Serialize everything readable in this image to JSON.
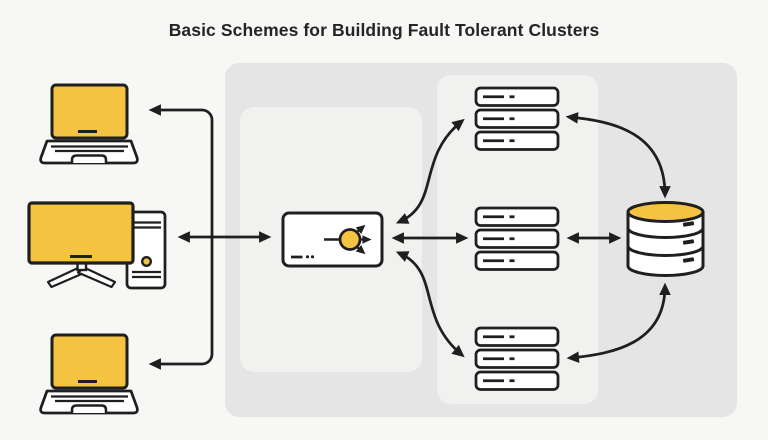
{
  "header": {
    "title": "Basic Schemes for Building Fault Tolerant Clusters"
  },
  "colors": {
    "accent": "#F5C342",
    "ink": "#1F1F1F",
    "page_bg": "#F7F7F6",
    "panel_outer": "#E6E5E5",
    "panel_inner": "#F1F1F0",
    "node_fill": "#FFFFFF",
    "title_color": "#252525"
  },
  "diagram": {
    "nodes": {
      "clients": [
        {
          "id": "client-laptop-top",
          "type": "laptop"
        },
        {
          "id": "client-desktop",
          "type": "desktop-computer"
        },
        {
          "id": "client-laptop-bottom",
          "type": "laptop"
        }
      ],
      "load_balancer": {
        "id": "load-balancer",
        "type": "load-balancer"
      },
      "server_stacks": [
        {
          "id": "server-stack-top",
          "servers": 3
        },
        {
          "id": "server-stack-middle",
          "servers": 3
        },
        {
          "id": "server-stack-bottom",
          "servers": 3
        }
      ],
      "database": {
        "id": "database",
        "type": "database-cylinder"
      }
    },
    "connections": [
      {
        "from": "load-balancer",
        "to": "client-laptop-top",
        "bidirectional": false
      },
      {
        "from": "client-desktop",
        "to": "load-balancer",
        "bidirectional": true
      },
      {
        "from": "load-balancer",
        "to": "client-laptop-bottom",
        "bidirectional": false
      },
      {
        "from": "load-balancer",
        "to": "server-stack-top",
        "bidirectional": true
      },
      {
        "from": "load-balancer",
        "to": "server-stack-middle",
        "bidirectional": true
      },
      {
        "from": "load-balancer",
        "to": "server-stack-bottom",
        "bidirectional": true
      },
      {
        "from": "server-stack-top",
        "to": "database",
        "bidirectional": true
      },
      {
        "from": "server-stack-middle",
        "to": "database",
        "bidirectional": true
      },
      {
        "from": "server-stack-bottom",
        "to": "database",
        "bidirectional": true
      }
    ]
  }
}
